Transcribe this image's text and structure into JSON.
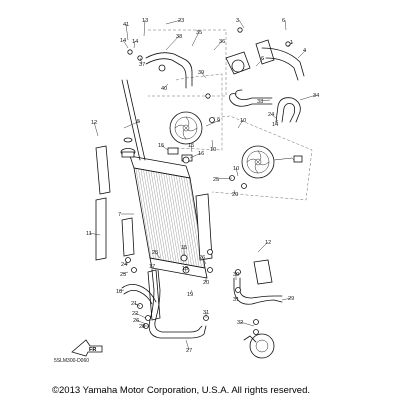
{
  "diagram": {
    "part_numbers": [
      "1",
      "2",
      "3",
      "4",
      "5",
      "6",
      "7",
      "8",
      "9",
      "10",
      "11",
      "12",
      "13",
      "14",
      "15",
      "16",
      "17",
      "18",
      "19",
      "20",
      "21",
      "22",
      "23",
      "24",
      "25",
      "26",
      "27",
      "28",
      "29",
      "30",
      "31",
      "32",
      "33",
      "34",
      "35",
      "36",
      "37",
      "38",
      "39",
      "40",
      "41"
    ],
    "front_marker": "FR",
    "drawing_code": "5SLM300-D060",
    "copyright": "©2013 Yamaha Motor Corporation, U.S.A. All rights reserved."
  }
}
